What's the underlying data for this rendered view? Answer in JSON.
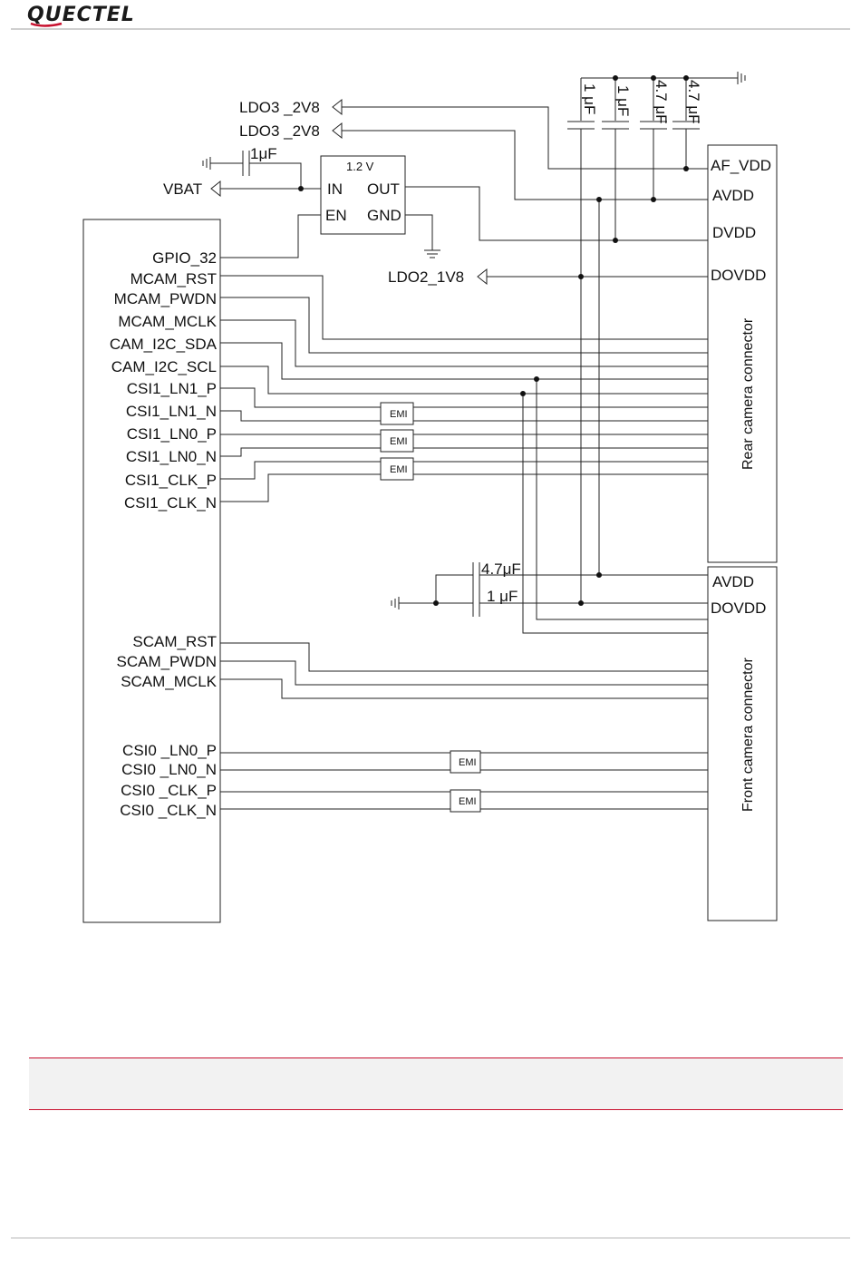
{
  "brand": {
    "logo_text": "QUECTEL",
    "logo_color": "#1a1a1a",
    "accent_color": "#c8102e"
  },
  "module_pins": {
    "gpio_32": "GPIO_32",
    "mcam_rst": "MCAM_RST",
    "mcam_pwdn": "MCAM_PWDN",
    "mcam_mclk": "MCAM_MCLK",
    "cam_i2c_sda": "CAM_I2C_SDA",
    "cam_i2c_scl": "CAM_I2C_SCL",
    "csi1_ln1_p": "CSI1_LN1_P",
    "csi1_ln1_n": "CSI1_LN1_N",
    "csi1_ln0_p": "CSI1_LN0_P",
    "csi1_ln0_n": "CSI1_LN0_N",
    "csi1_clk_p": "CSI1_CLK_P",
    "csi1_clk_n": "CSI1_CLK_N",
    "scam_rst": "SCAM_RST",
    "scam_pwdn": "SCAM_PWDN",
    "scam_mclk": "SCAM_MCLK",
    "csi0_ln0_p": "CSI0 _LN0_P",
    "csi0_ln0_n": "CSI0 _LN0_N",
    "csi0_clk_p": "CSI0 _CLK_P",
    "csi0_clk_n": "CSI0 _CLK_N"
  },
  "power": {
    "ldo3_a": "LDO3 _2V8",
    "ldo3_b": "LDO3 _2V8",
    "vbat": "VBAT",
    "ldo2": "LDO2_1V8"
  },
  "regulator": {
    "title": "1.2 V",
    "in": "IN",
    "out": "OUT",
    "en": "EN",
    "gnd": "GND"
  },
  "capacitors": {
    "vbat_cap": "1μF",
    "top_c1": "1 μF",
    "top_c2": "1 μF",
    "top_c3": "4.7 μF",
    "top_c4": "4.7 μF",
    "front_c1": "4.7μF",
    "front_c2": "1 μF"
  },
  "rear_connector": {
    "title": "Rear camera connector",
    "af_vdd": "AF_VDD",
    "avdd": "AVDD",
    "dvdd": "DVDD",
    "dovdd": "DOVDD"
  },
  "front_connector": {
    "title": "Front camera connector",
    "avdd": "AVDD",
    "dovdd": "DOVDD"
  },
  "emi_label": "EMI"
}
